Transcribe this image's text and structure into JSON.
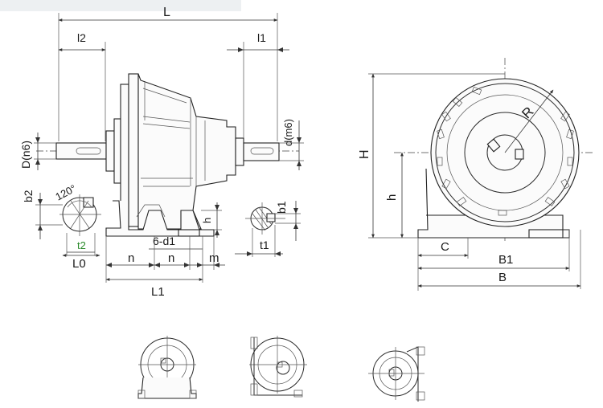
{
  "side_view": {
    "L": "L",
    "l2": "l2",
    "l1": "l1",
    "D": "D(n6)",
    "d": "d(m6)",
    "b2": "b2",
    "angle": "120°",
    "t2": "t2",
    "L0": "L0",
    "n_left": "n",
    "n_mid": "n",
    "holes": "6-d1",
    "m": "m",
    "L1": "L1",
    "h": "h",
    "b1": "b1",
    "t1": "t1"
  },
  "end_view": {
    "H": "H",
    "h": "h",
    "R": "R",
    "C": "C",
    "B1": "B1",
    "B": "B"
  },
  "colors": {
    "line": "#2a2a2a",
    "t2_label": "#2a8a2a"
  }
}
